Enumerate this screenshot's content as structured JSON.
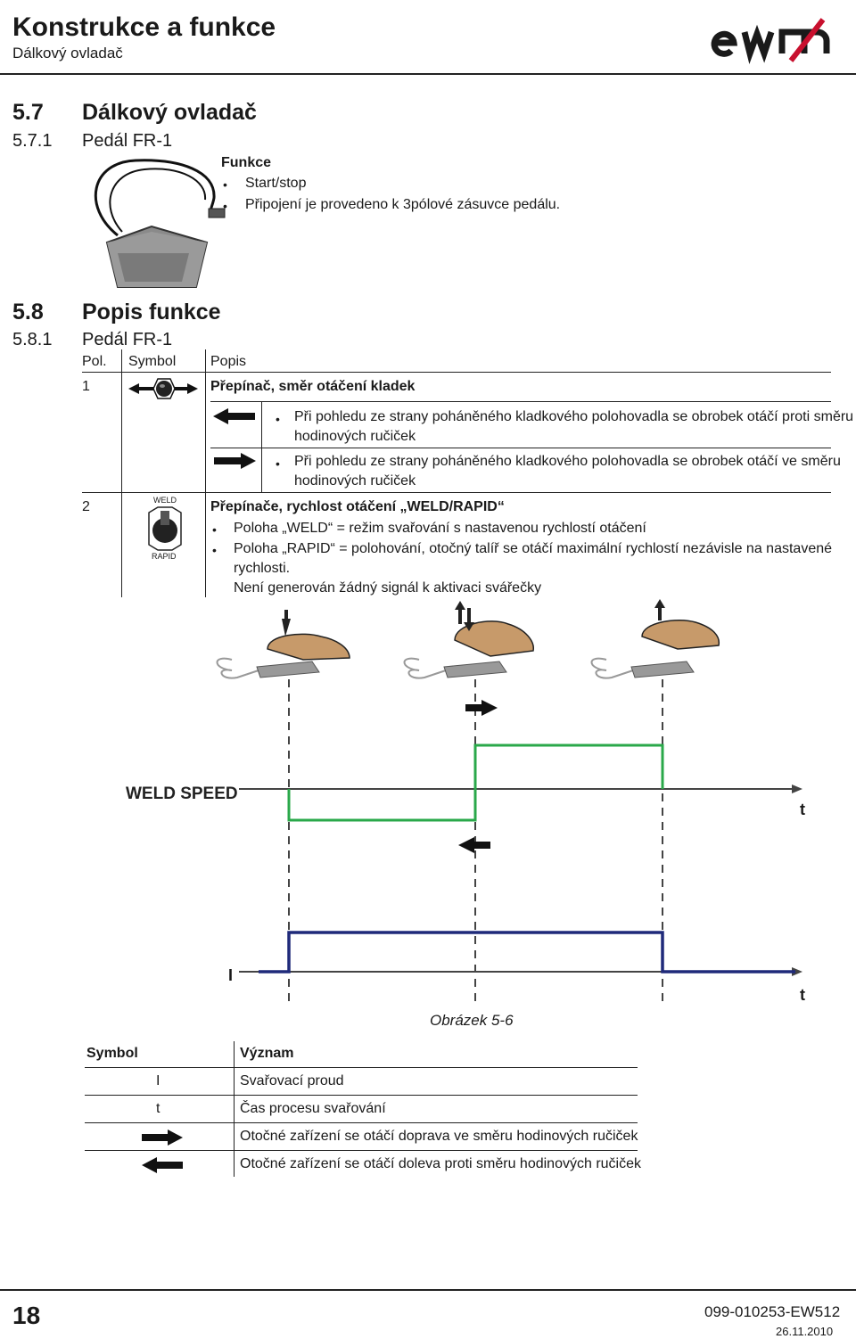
{
  "header": {
    "title": "Konstrukce a funkce",
    "subtitle": "Dálkový ovladač",
    "logo_text": "ewm"
  },
  "sections": {
    "s57": {
      "num": "5.7",
      "title": "Dálkový ovladač"
    },
    "s571": {
      "num": "5.7.1",
      "title": "Pedál FR-1"
    },
    "s58": {
      "num": "5.8",
      "title": "Popis funkce"
    },
    "s581": {
      "num": "5.8.1",
      "title": "Pedál FR-1"
    }
  },
  "function_box": {
    "heading": "Funkce",
    "items": [
      "Start/stop",
      "Připojení je provedeno k 3pólové zásuvce pedálu."
    ]
  },
  "func_table": {
    "headers": [
      "Pol.",
      "Symbol",
      "Popis"
    ],
    "row1": {
      "pos": "1",
      "title": "Přepínač, směr otáčení kladek",
      "left_text_1": "Při pohledu ze strany poháněného kladkového polohovadla se obrobek otáčí proti směru",
      "left_text_2": "hodinových ručiček",
      "right_text_1": "Při pohledu ze strany poháněného kladkového polohovadla se obrobek otáčí ve směru",
      "right_text_2": "hodinových ručiček"
    },
    "row2": {
      "pos": "2",
      "switch_top": "WELD",
      "switch_bottom": "RAPID",
      "title": "Přepínače, rychlost otáčení „WELD/RAPID“",
      "b1": "Poloha „WELD“ = režim svařování s nastavenou rychlostí otáčení",
      "b2a": "Poloha „RAPID“ = polohování, otočný talíř se otáčí maximální rychlostí nezávisle na nastavené",
      "b2b": "rychlosti.",
      "note": "Není generován žádný signál k aktivaci svářečky"
    }
  },
  "diagram": {
    "weld_speed_label": "WELD SPEED",
    "t_label": "t",
    "i_label": "I",
    "caption": "Obrázek 5-6",
    "colors": {
      "speed": "#2aa84a",
      "current": "#1f2a7a",
      "shoe": "#c79a6a"
    }
  },
  "legend": {
    "headers": [
      "Symbol",
      "Význam"
    ],
    "rows": [
      {
        "symbol": "I",
        "meaning": "Svařovací proud"
      },
      {
        "symbol": "t",
        "meaning": "Čas procesu svařování"
      },
      {
        "symbol": "arrow-right-icon",
        "meaning": "Otočné zařízení se otáčí doprava ve směru hodinových ručiček"
      },
      {
        "symbol": "arrow-left-icon",
        "meaning": "Otočné zařízení se otáčí doleva proti směru hodinových ručiček"
      }
    ]
  },
  "footer": {
    "page": "18",
    "doc": "099-010253-EW512",
    "date": "26.11.2010"
  }
}
